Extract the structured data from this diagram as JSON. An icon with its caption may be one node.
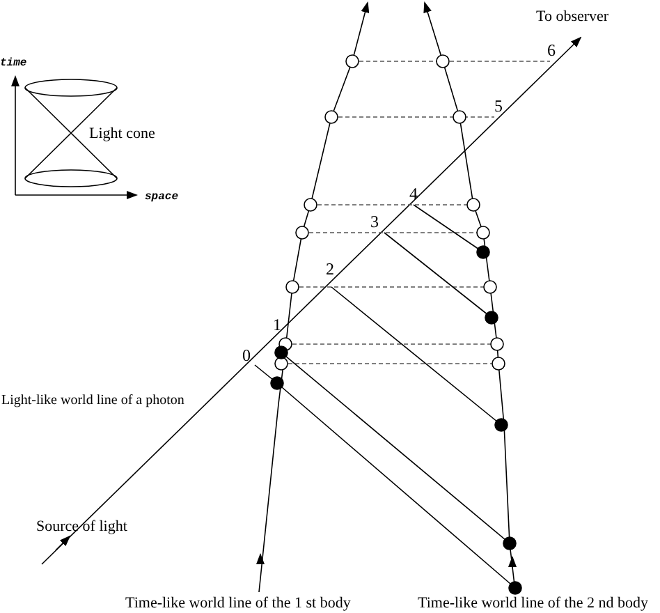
{
  "diagram": {
    "labels": [
      "time",
      "Light cone",
      "space",
      "To observer",
      "6",
      "5",
      "4",
      "3",
      "2",
      "1",
      "0",
      "Light-like world line of a photon",
      "Source of light",
      "Time-like world line of the 1 st body",
      "Time-like world line of the 2 nd body"
    ]
  }
}
